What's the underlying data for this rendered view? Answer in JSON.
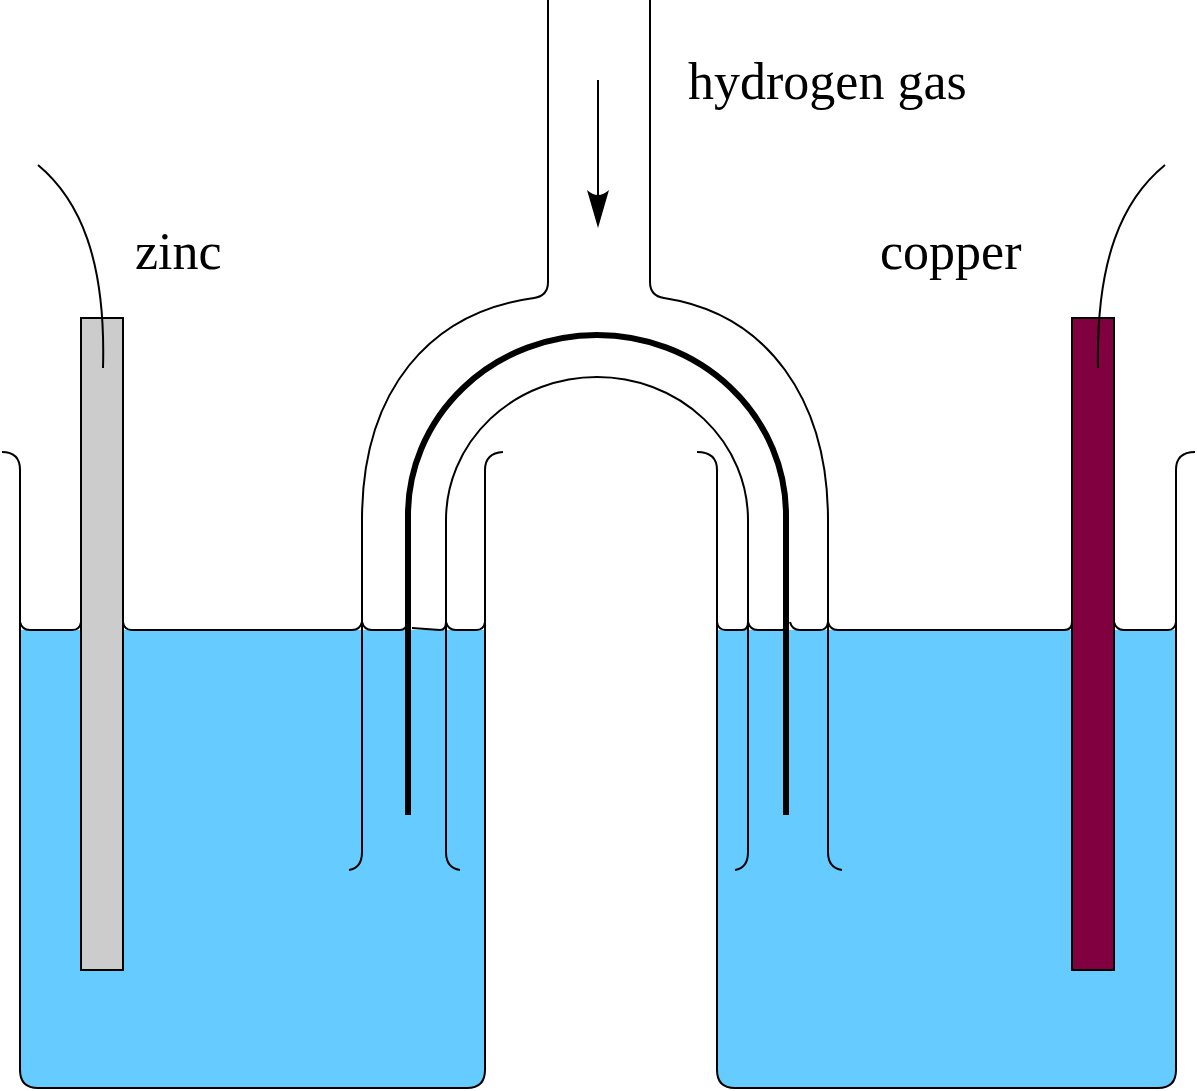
{
  "diagram": {
    "labels": [
      "hydrogen gas",
      "zinc",
      "copper"
    ]
  }
}
